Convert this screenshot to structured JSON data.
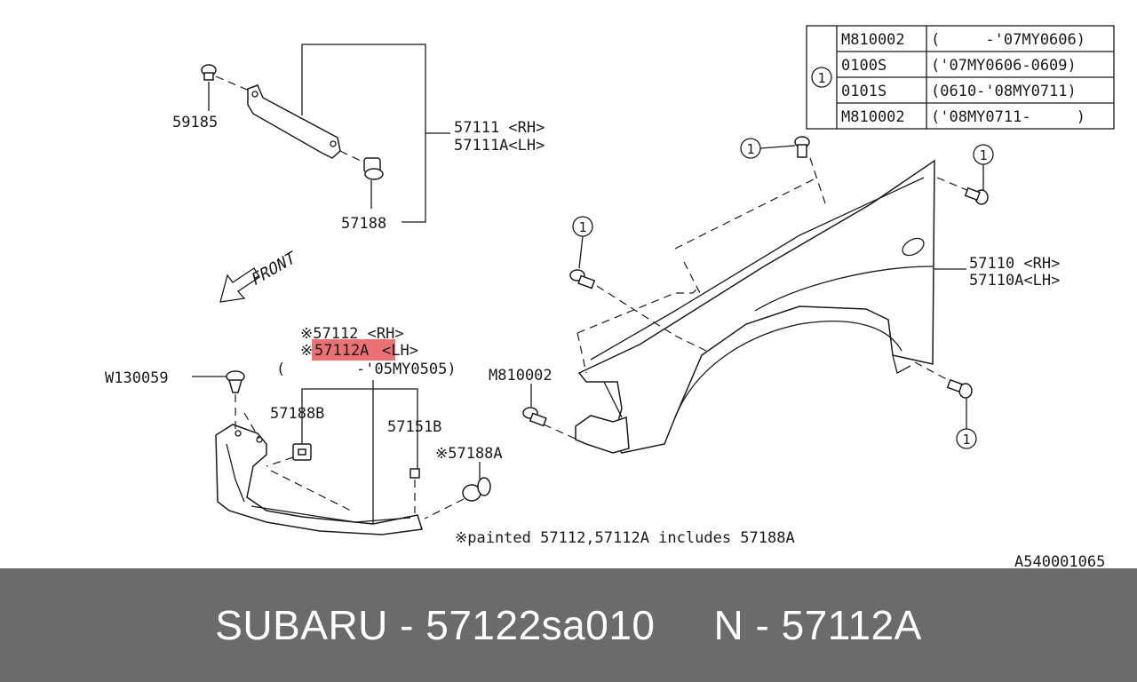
{
  "diagram": {
    "labels": {
      "p59185": "59185",
      "p57111": "57111 <RH>",
      "p57111a": "57111A<LH>",
      "p57188": "57188",
      "front": "FRONT",
      "p57112": "※57112 <RH>",
      "p57112a_mark": "※",
      "p57112a_code": "57112A",
      "p57112a_side": "<LH>",
      "date_open": "(",
      "date_range": "-'05MY0505)",
      "w130059": "W130059",
      "p57188b": "57188B",
      "p57151b": "57151B",
      "p57188a": "※57188A",
      "m810002": "M810002",
      "p57110": "57110 <RH>",
      "p57110a": "57110A<LH>",
      "callout": "1",
      "note": "※painted 57112,57112A includes 57188A",
      "drawing_no": "A540001065"
    },
    "table": {
      "group": "1",
      "rows": [
        {
          "part": "M810002",
          "range": "(     -'07MY0606)"
        },
        {
          "part": "0100S",
          "range": "('07MY0606-0609)"
        },
        {
          "part": "0101S",
          "range": "(0610-'08MY0711)"
        },
        {
          "part": "M810002",
          "range": "('08MY0711-     )"
        }
      ]
    },
    "highlight_color": "#e8585d"
  },
  "footer": {
    "left": "SUBARU - 57122sa010",
    "right": "N - 57112A"
  }
}
